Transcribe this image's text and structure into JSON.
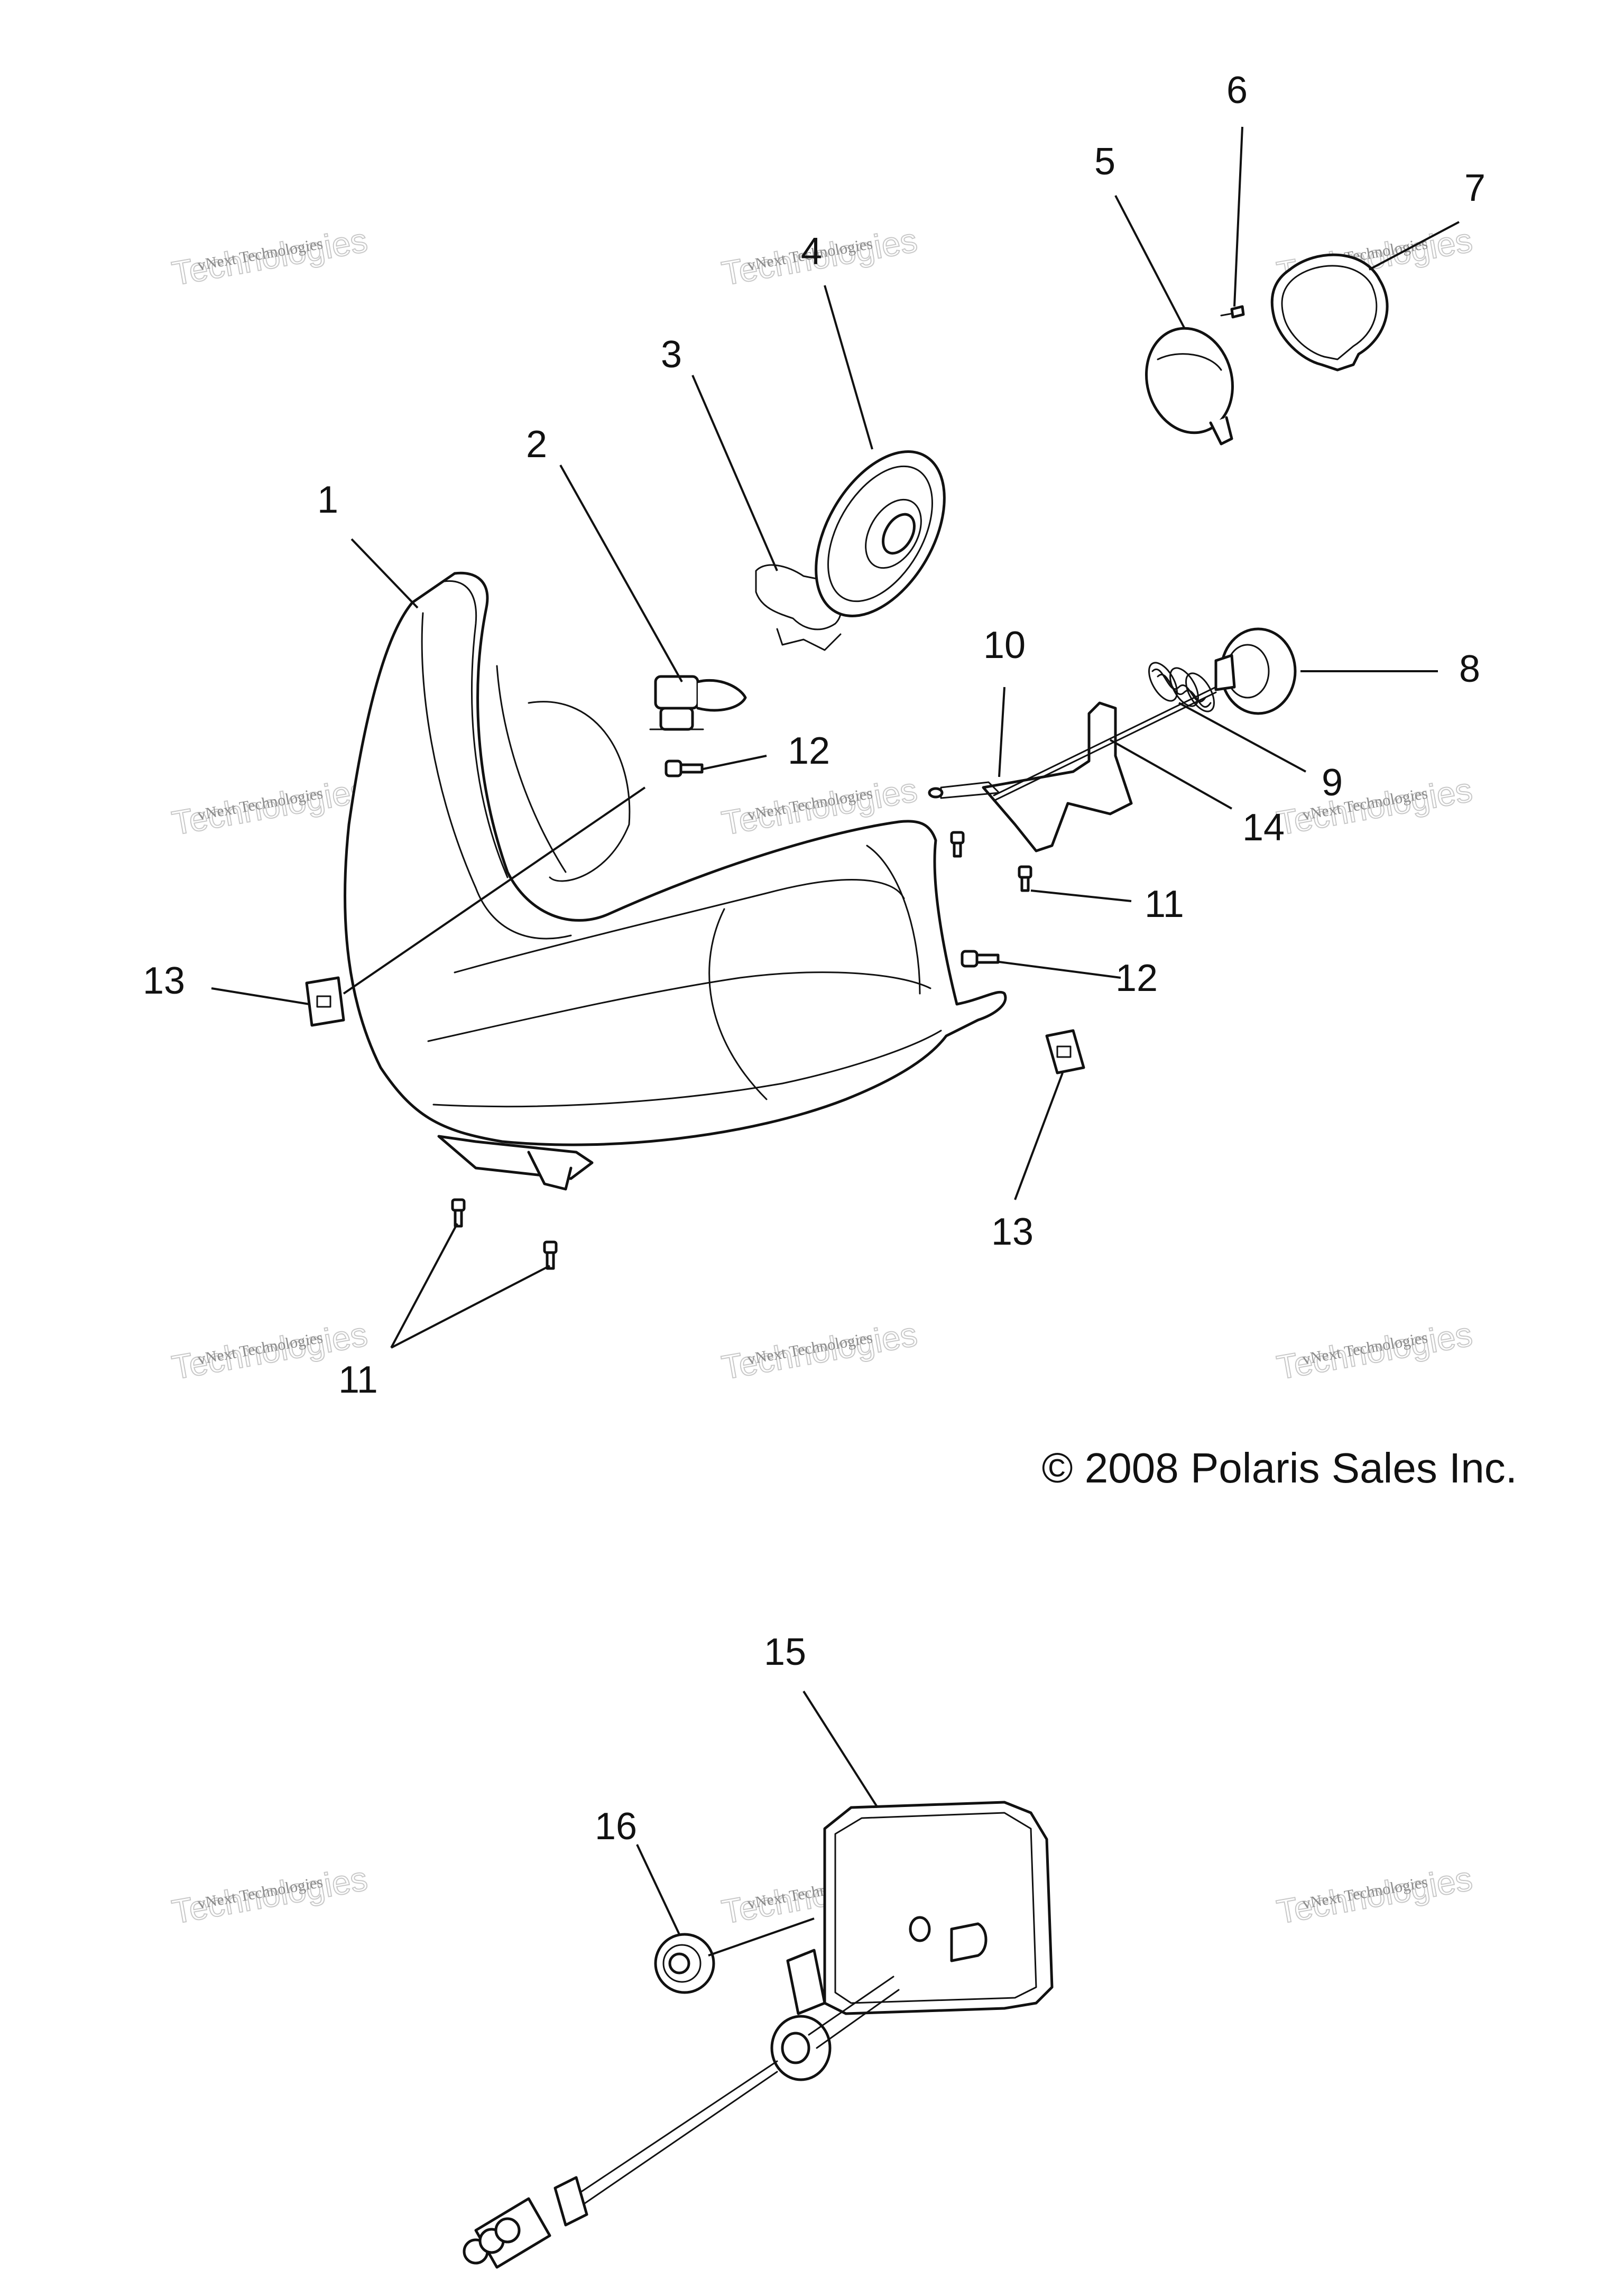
{
  "diagram": {
    "copyright": "© 2008 Polaris Sales Inc.",
    "watermark": {
      "line1": "vNext Technologies",
      "line2": "vNext",
      "line3": "Technologies"
    },
    "callouts": {
      "c1": "1",
      "c2": "2",
      "c3": "3",
      "c4": "4",
      "c5": "5",
      "c6": "6",
      "c7": "7",
      "c8": "8",
      "c9": "9",
      "c10": "10",
      "c11a": "11",
      "c11b": "11",
      "c12a": "12",
      "c12b": "12",
      "c13a": "13",
      "c13b": "13",
      "c14": "14",
      "c15": "15",
      "c16": "16"
    }
  }
}
